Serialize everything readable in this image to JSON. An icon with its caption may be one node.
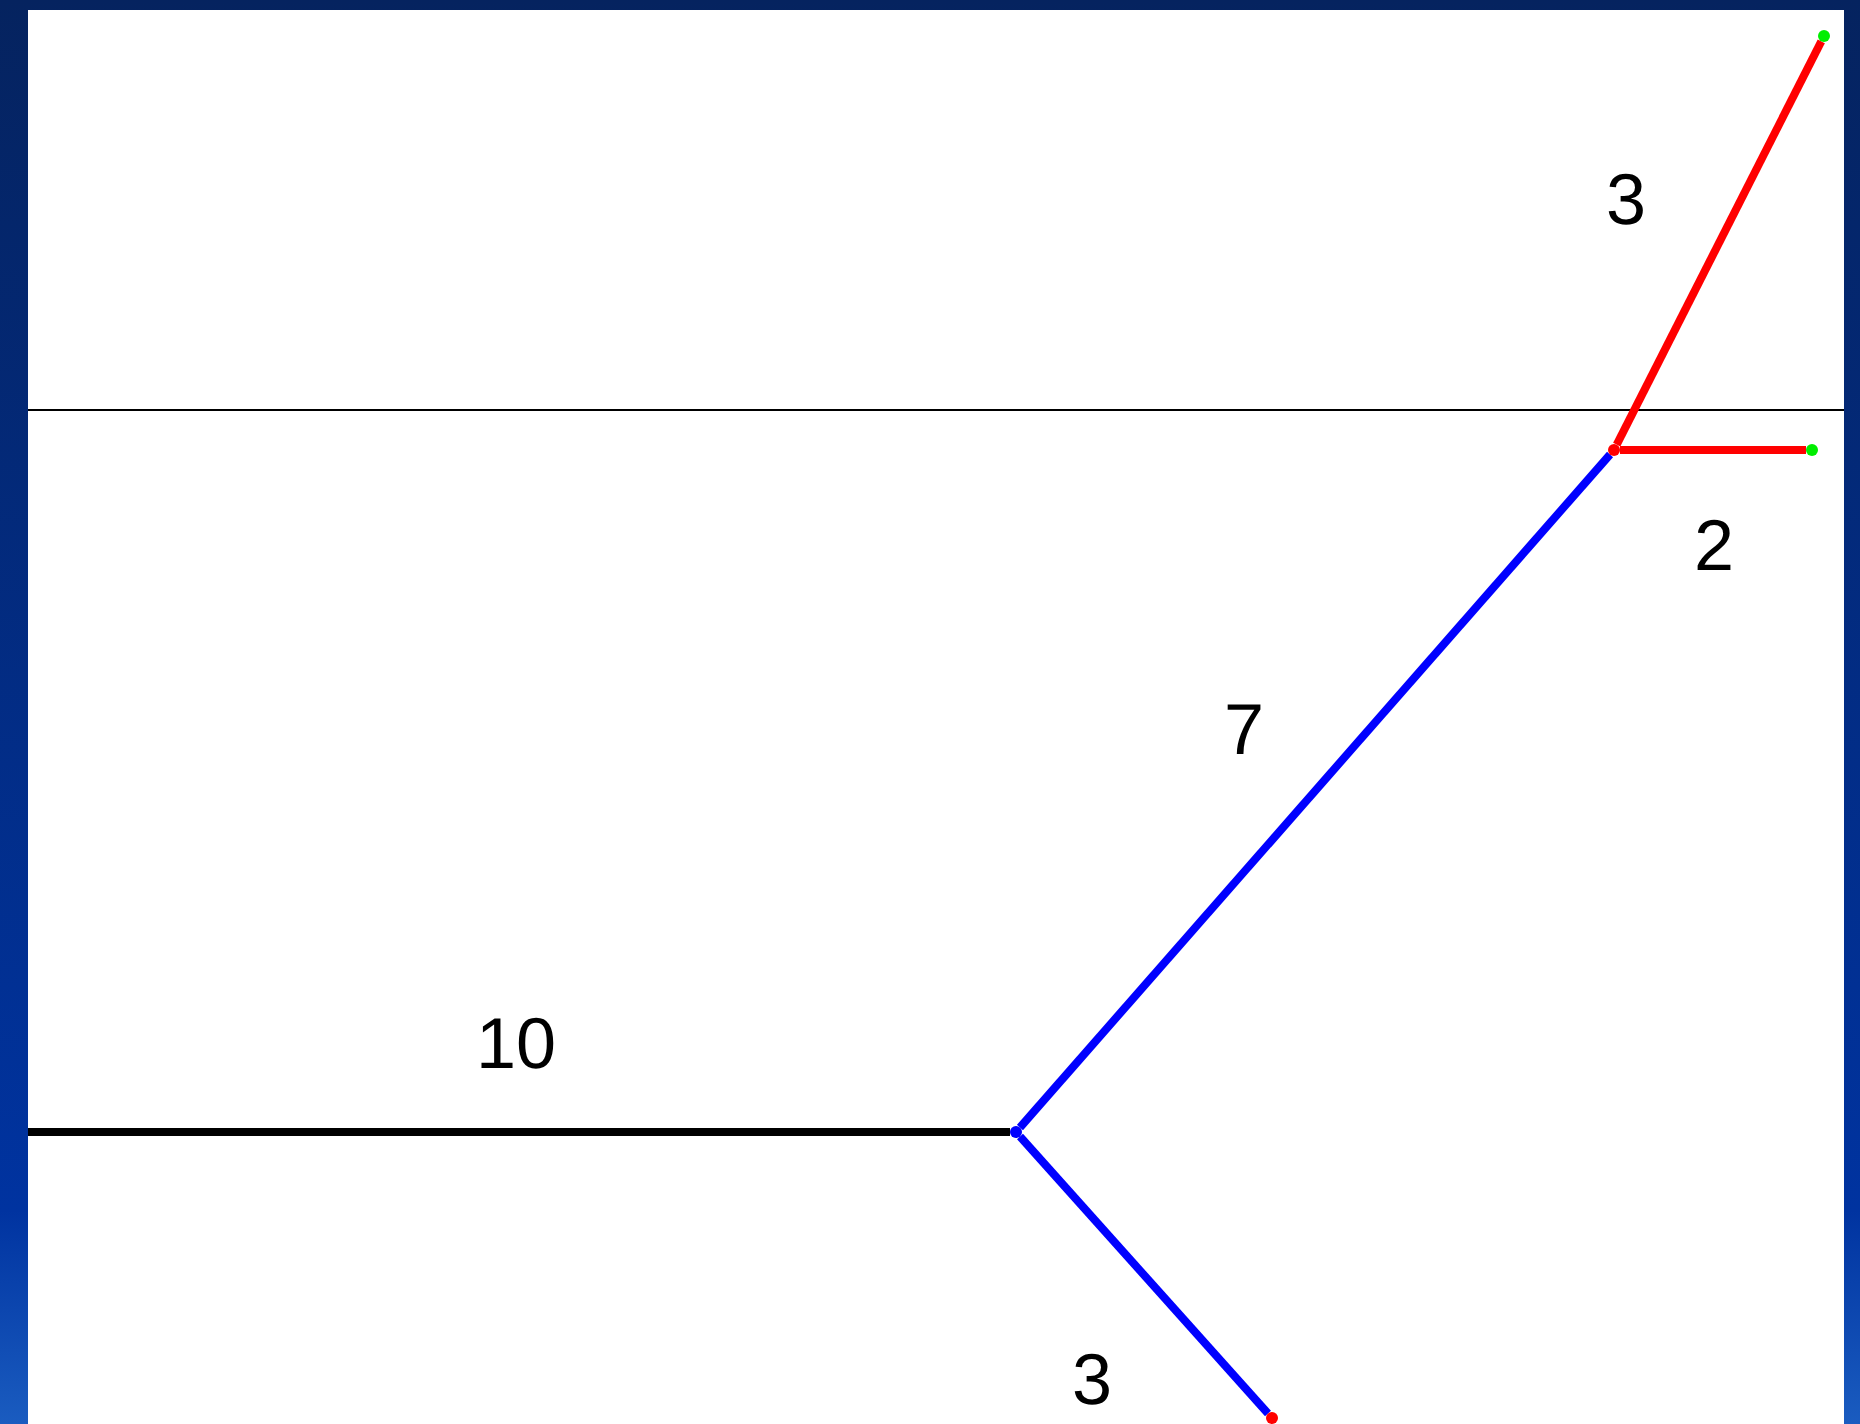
{
  "diagram": {
    "nodes": [
      {
        "text": [],
        "shape": "dot"
      },
      {
        "text": [],
        "shape": "dot"
      },
      {
        "text": [],
        "shape": "dot"
      },
      {
        "text": [],
        "shape": "dot"
      },
      {
        "text": [],
        "shape": "dot"
      }
    ],
    "edges": [
      {
        "from": null,
        "to": 0,
        "arrow": "none",
        "label": "10",
        "color": "#000000"
      },
      {
        "from": 0,
        "to": 1,
        "arrow": "none",
        "label": "7",
        "color": "#0000ff"
      },
      {
        "from": 1,
        "to": 2,
        "arrow": "none",
        "label": "3",
        "color": "#ff0000"
      },
      {
        "from": 1,
        "to": 3,
        "arrow": "none",
        "label": "2",
        "color": "#ff0000"
      },
      {
        "from": 0,
        "to": 4,
        "arrow": "none",
        "label": "3",
        "color": "#0000ff"
      }
    ]
  }
}
